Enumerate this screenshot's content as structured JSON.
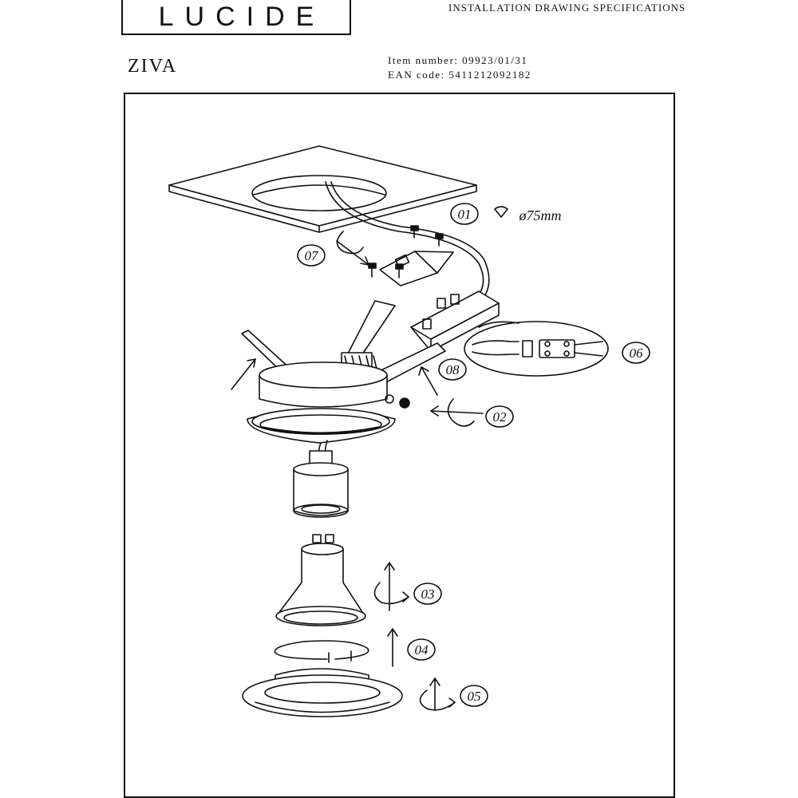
{
  "header": {
    "brand": "LUCIDE",
    "doc_title": "INSTALLATION DRAWING SPECIFICATIONS",
    "product_name": "ZIVA",
    "item_number_line": "Item number: 09923/01/31",
    "ean_line": "EAN code: 5411212092182"
  },
  "steps": [
    {
      "id": "01",
      "label": "01",
      "note": "ø75mm"
    },
    {
      "id": "02",
      "label": "02"
    },
    {
      "id": "03",
      "label": "03"
    },
    {
      "id": "04",
      "label": "04"
    },
    {
      "id": "05",
      "label": "05"
    },
    {
      "id": "06",
      "label": "06"
    },
    {
      "id": "07",
      "label": "07"
    },
    {
      "id": "08",
      "label": "08"
    }
  ]
}
